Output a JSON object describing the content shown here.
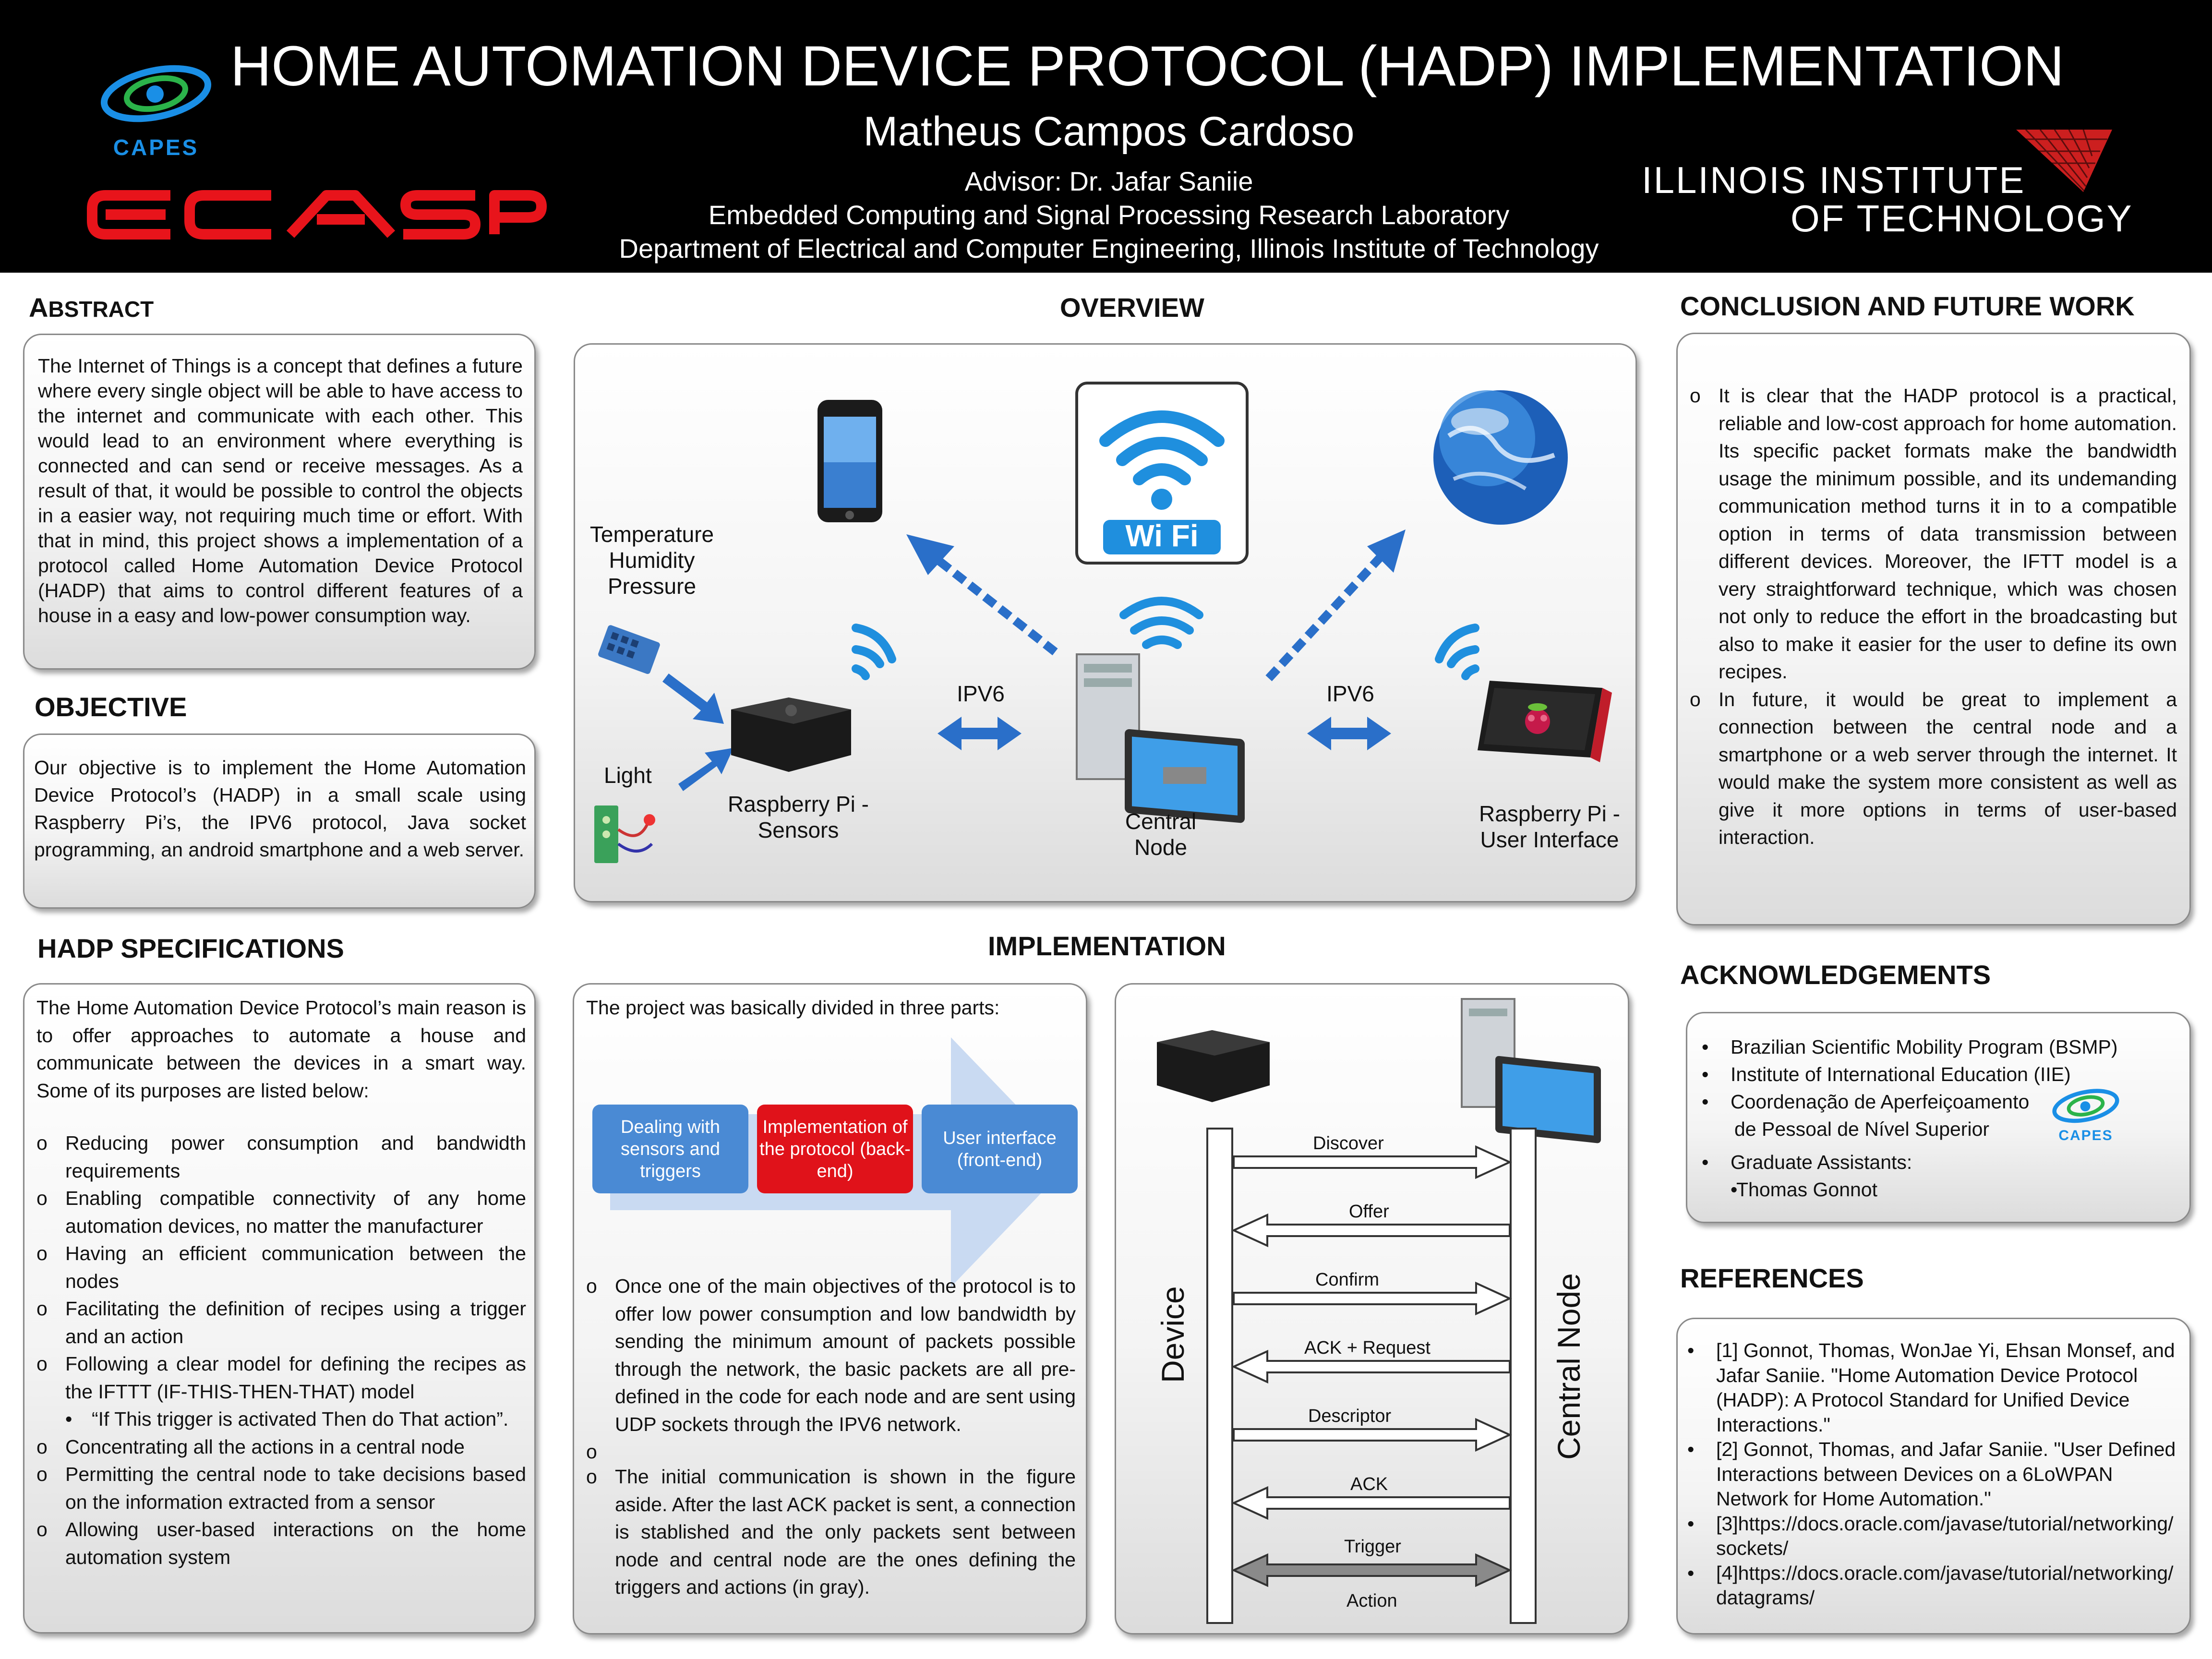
{
  "header": {
    "title": "HOME AUTOMATION DEVICE PROTOCOL (HADP) IMPLEMENTATION",
    "author": "Matheus Campos Cardoso",
    "advisor": "Advisor: Dr. Jafar Saniie",
    "lab": "Embedded Computing and Signal Processing Research Laboratory",
    "department": "Department of Electrical and Computer Engineering, Illinois Institute of Technology",
    "logos": {
      "capes": "CAPES",
      "ecasp": "ECASP",
      "iit_line1": "ILLINOIS INSTITUTE",
      "iit_line2": "OF TECHNOLOGY"
    }
  },
  "abstract": {
    "heading_first": "A",
    "heading_rest": "BSTRACT",
    "text": "The Internet of Things is a concept that defines a future where every single object will be able to have access to the internet and communicate with each other. This would lead to an environment where everything is connected and can send or receive messages. As a result of that, it would be possible to control the objects in a easier way, not requiring much time or effort.  With that in mind, this project shows a implementation of a protocol called Home Automation Device Protocol (HADP) that aims to control different features of a house in a easy and low-power consumption way."
  },
  "objective": {
    "heading": "OBJECTIVE",
    "text": "Our objective is to implement the Home Automation Device Protocol’s (HADP) in a small scale using Raspberry Pi’s, the IPV6 protocol, Java socket programming, an android smartphone and a web server."
  },
  "specs": {
    "heading": "HADP SPECIFICATIONS",
    "intro": "The Home Automation Device Protocol’s main reason is to offer approaches to automate a house and communicate between the devices in a smart way. Some of its purposes are listed below:",
    "items": [
      "Reducing power consumption and bandwidth requirements",
      "Enabling compatible connectivity of any home automation devices, no matter the manufacturer",
      "Having an efficient communication between the nodes",
      "Facilitating the definition of recipes using a trigger and an action",
      "Following a clear model for defining the recipes as the IFTTT (IF-THIS-THEN-THAT) model"
    ],
    "subitem": "“If This trigger is activated Then do That action”.",
    "items2": [
      "Concentrating all the actions in a central node",
      "Permitting the central node to take decisions based on the information extracted from a sensor",
      "Allowing user-based interactions on the home automation system"
    ]
  },
  "overview": {
    "heading": "OVERVIEW",
    "labels": {
      "sensors_list": "Temperature\nHumidity\nPressure",
      "light": "Light",
      "rpi_sensors": "Raspberry Pi -\nSensors",
      "ipv6_left": "IPV6",
      "central_node": "Central\nNode",
      "ipv6_right": "IPV6",
      "rpi_ui": "Raspberry Pi -\nUser Interface",
      "wifi_badge": "Wi Fi"
    }
  },
  "implementation": {
    "heading": "IMPLEMENTATION",
    "intro": "The project was basically divided in three parts:",
    "steps": [
      "Dealing with sensors and triggers",
      "Implementation of the protocol (back-end)",
      "User interface (front-end)"
    ],
    "bullets": [
      "Once one of the main objectives of the protocol is to offer low power consumption and low bandwidth by sending the minimum amount of packets possible through the network, the basic packets are all pre-defined in the code for each node and are sent using UDP sockets through the IPV6 network.",
      "The initial communication is shown in the figure aside. After the last ACK packet is sent, a connection is stablished and the only packets sent between node and central node are the ones defining the triggers and actions (in gray)."
    ],
    "sequence": {
      "left_actor": "Device",
      "right_actor": "Central Node",
      "messages": [
        "Discover",
        "Offer",
        "Confirm",
        "ACK + Request",
        "Descriptor",
        "ACK",
        "Trigger",
        "Action"
      ]
    }
  },
  "conclusion": {
    "heading": "CONCLUSION AND FUTURE WORK",
    "items": [
      "It is clear that the HADP protocol is a practical, reliable and low-cost approach for home automation. Its specific packet formats make the bandwidth usage the minimum possible, and its undemanding communication method turns it in to a compatible option in terms of data transmission between different devices. Moreover, the IFTT model is a very straightforward technique, which was chosen not only to reduce the effort in the broadcasting but also to make it easier for the user to define its own recipes.",
      "In future, it would be great to implement a connection between the central node and a smartphone or a web server through the internet. It would make the system more consistent as well as give it more options in terms of user-based interaction."
    ]
  },
  "acknowledgements": {
    "heading": "ACKNOWLEDGEMENTS",
    "items": [
      "Brazilian Scientific Mobility Program (BSMP)",
      "Institute of International Education (IIE)",
      "Coordenação de Aperfeiçoamento",
      "Graduate Assistants:"
    ],
    "item3_cont": "de Pessoal de Nível Superior",
    "subitem": "Thomas Gonnot",
    "capes_small": "CAPES"
  },
  "references": {
    "heading": "REFERENCES",
    "items": [
      "[1] Gonnot, Thomas, WonJae Yi, Ehsan Monsef, and Jafar Saniie. \"Home Automation Device Protocol (HADP): A Protocol Standard for Unified Device Interactions.\"",
      "[2] Gonnot, Thomas, and Jafar Saniie. \"User Defined Interactions between Devices on a 6LoWPAN Network for Home Automation.\"",
      "[3]https://docs.oracle.com/javase/tutorial/networking/sockets/",
      "[4]https://docs.oracle.com/javase/tutorial/networking/datagrams/"
    ]
  },
  "colors": {
    "header_bg": "#000000",
    "ecasp_red": "#e8141b",
    "iit_red": "#cc1f1f",
    "capes_blue": "#1a8fe6",
    "wifi_blue": "#1f8fde",
    "arrow_blue": "#2a6fc9",
    "step_blue": "#4a8ad4",
    "step_red": "#e0121a"
  }
}
